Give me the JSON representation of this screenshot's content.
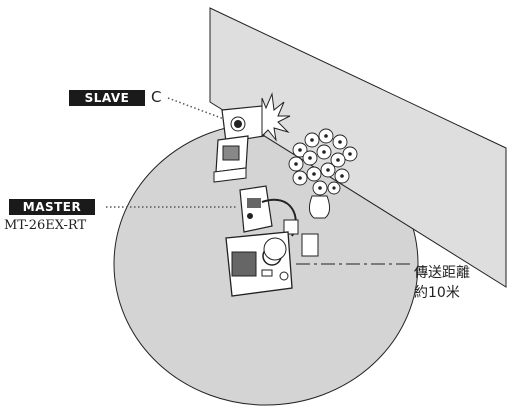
{
  "labels": {
    "slave_badge": "SLAVE",
    "slave_group": "C",
    "master_badge": "MASTER",
    "master_model": "MT-26EX-RT",
    "range_line1": "傳送距離",
    "range_line2": "約10米"
  },
  "colors": {
    "range_circle": "#d4d4d4",
    "wall": "#dedede",
    "badge_bg": "#1a1a1a",
    "badge_text": "#ffffff"
  },
  "icons": [
    "speedlite-flash-icon",
    "camera-with-macro-flash-icon",
    "flower-vase-icon",
    "flash-burst-icon"
  ]
}
